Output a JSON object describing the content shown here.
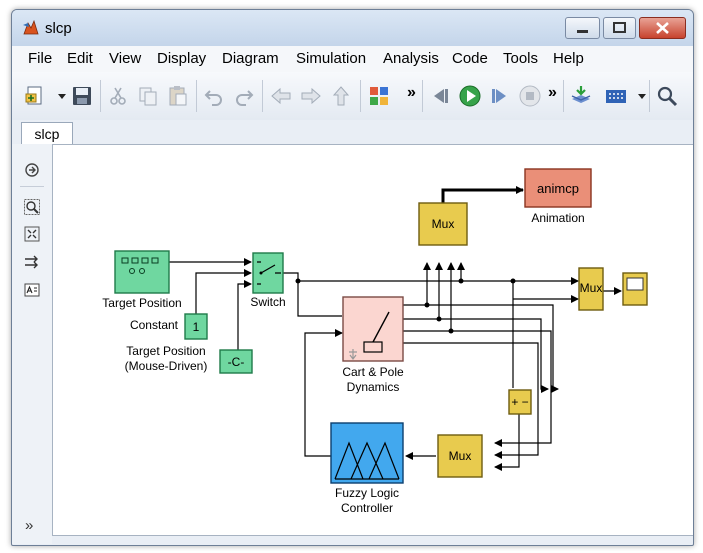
{
  "window": {
    "title": "slcp"
  },
  "menu": {
    "items": [
      "File",
      "Edit",
      "View",
      "Display",
      "Diagram",
      "Simulation",
      "Analysis",
      "Code",
      "Tools",
      "Help"
    ]
  },
  "toolbar": {
    "overflow1": "»",
    "overflow2": "»"
  },
  "tabs": [
    {
      "label": "slcp"
    }
  ],
  "left_toolbar": {
    "expand": "»"
  },
  "diagram": {
    "blocks": {
      "target_position": "Target Position",
      "constant": "Constant",
      "constant_value": "1",
      "target_mouse_line1": "Target Position",
      "target_mouse_line2": "(Mouse-Driven)",
      "target_mouse_symbol": "-C-",
      "switch": "Switch",
      "mux": "Mux",
      "animcp": "animcp",
      "animation": "Animation",
      "cart_line1": "Cart & Pole",
      "cart_line2": "Dynamics",
      "sum_signs": "+ −",
      "fuzzy_line1": "Fuzzy Logic",
      "fuzzy_line2": "Controller"
    }
  },
  "colors": {
    "mux": "#e8cb4e",
    "green_block": "#6fd7a0",
    "animcp": "#ea8f78",
    "cart": "#fbd6d0",
    "fuzzy": "#42a8ee"
  }
}
